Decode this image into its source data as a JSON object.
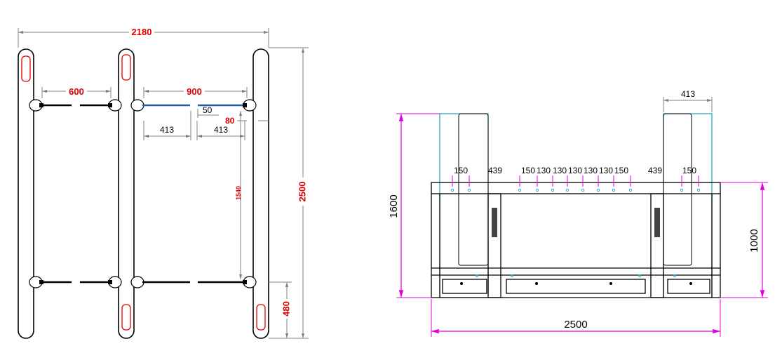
{
  "colors": {
    "outline": "#000000",
    "dimension": "#808080",
    "dimension_text_red": "#e00000",
    "reader_slot": "#e00000",
    "magenta_dimension": "#e000e0",
    "glass_panel": "#1e9fc0",
    "cyan_dot": "#2ab8d0",
    "arm_blue": "#2060a0"
  },
  "top_view": {
    "overall_width": "2180",
    "lane_width_left": "600",
    "lane_width_right": "900",
    "gap": "50",
    "wing_left": "413",
    "wing_right": "413",
    "offset": "80",
    "arm_position": "1540",
    "overall_length": "2500",
    "end_offset": "480"
  },
  "side_view": {
    "panel_width": "413",
    "spacing": [
      "150",
      "439",
      "150",
      "130",
      "130",
      "130",
      "130",
      "130",
      "150",
      "439",
      "150"
    ],
    "total_height": "1600",
    "cabinet_height": "1000",
    "total_length": "2500"
  }
}
